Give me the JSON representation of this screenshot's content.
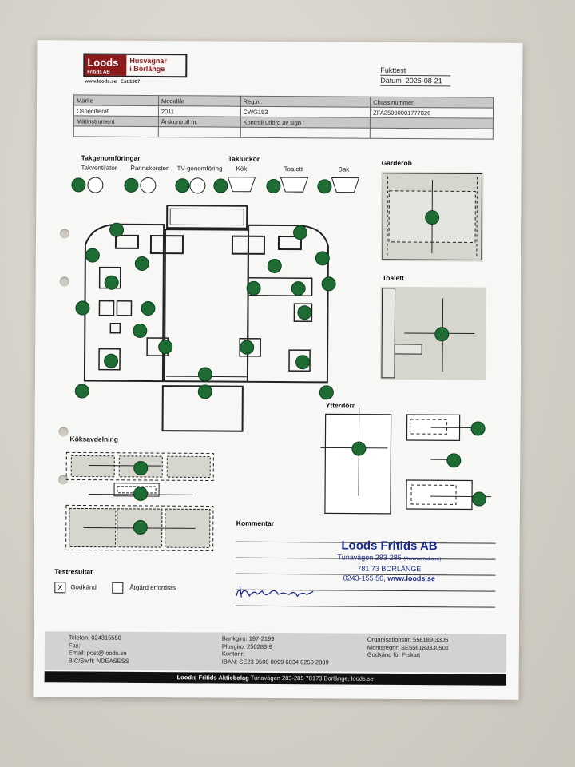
{
  "header": {
    "logo_brand": "Loods",
    "logo_sub": "Fritids AB",
    "logo_right_line1": "Husvagnar",
    "logo_right_line2": "i Borlänge",
    "logo_web": "www.loods.se",
    "logo_est": "Est.1967",
    "doc_type": "Fukttest",
    "datum_label": "Datum",
    "datum_value": "2026-08-21"
  },
  "info_table": {
    "headers": [
      "Märke",
      "Modellår",
      "Reg.nr.",
      "Chassinummer"
    ],
    "values": [
      "Ospecifierat",
      "2011",
      "CWG153",
      "ZFA25000001777826"
    ],
    "row3": [
      "Mätinstrument",
      "Årskontroll nr.",
      "Kontroll utförd av sign :",
      ""
    ]
  },
  "sections": {
    "takgenomforingar": "Takgenomföringar",
    "takventilator": "Takventilator",
    "pannskorsten": "Pannskorsten",
    "tv_genomforing": "TV-genomföring",
    "takluckor": "Takluckor",
    "kok": "Kök",
    "toalett_tak": "Toalett",
    "bak": "Bak",
    "garderob": "Garderob",
    "toalett": "Toalett",
    "ytterdorr": "Ytterdörr",
    "koksavdelning": "Köksavdelning"
  },
  "comment": {
    "label": "Kommentar"
  },
  "stamp": {
    "name": "Loods Fritids AB",
    "address": "Tunavägen 283-285",
    "address_note": "(Romme Ind.omr)",
    "city": "781 73  BORLÄNGE",
    "phone": "0243-155 50,",
    "web": "www.loods.se"
  },
  "test_result": {
    "title": "Testresultat",
    "approved_label": "Godkänd",
    "approved_mark": "X",
    "action_label": "Åtgärd erfordras"
  },
  "footer": {
    "col1": [
      "Telefon: 024315550",
      "Fax:",
      "Email: post@loods.se",
      "BIC/Swift: NDEASESS"
    ],
    "col2": [
      "Bankgiro: 197-2199",
      "Plusgiro: 250283-9",
      "Kontonr:",
      "IBAN: SE23 9500 0099 6034 0250 2839"
    ],
    "col3": [
      "Organisationsnr: 556189-3305",
      "Momsregnr: SE556189330501",
      "Godkänd för F-skatt"
    ],
    "bar_company": "Lood:s Fritids Aktiebolag",
    "bar_address": "Tunavägen 283-285 78173 Borlänge, loods.se"
  },
  "colors": {
    "dot": "#1e6b33",
    "header_row": "#c8c8c8",
    "stamp": "#1a2a8a",
    "logo": "#8b1a1a"
  }
}
